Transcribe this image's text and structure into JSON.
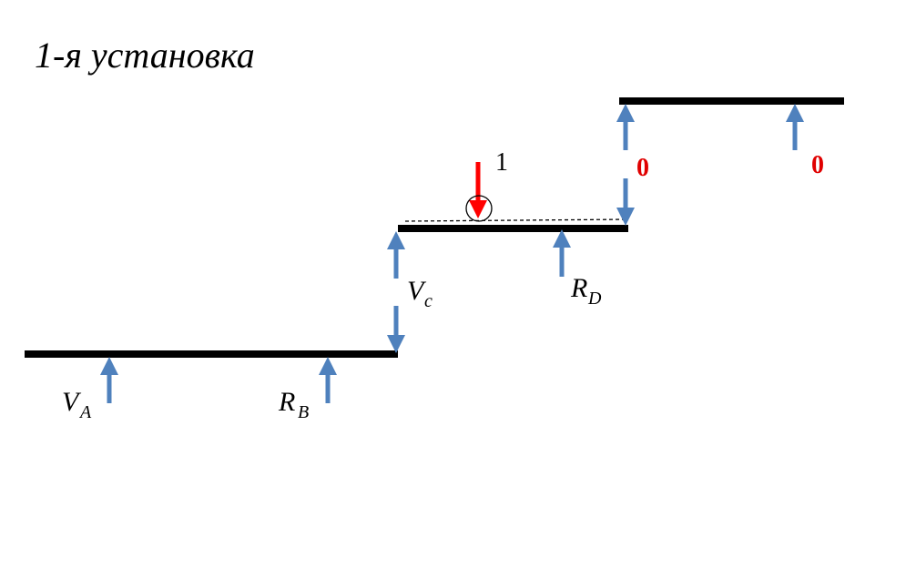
{
  "title": "1-я установка",
  "load": {
    "label": "1",
    "color": "#ff0000"
  },
  "labels": {
    "va": {
      "main": "V",
      "sub": "A"
    },
    "rb": {
      "main": "R",
      "sub": "B"
    },
    "vc": {
      "main": "V",
      "sub": "c"
    },
    "rd": {
      "main": "R",
      "sub": "D"
    },
    "zero_left": "0",
    "zero_right": "0"
  },
  "colors": {
    "beam": "#000000",
    "arrow": "#4f81bd",
    "zero": "#e00000"
  }
}
